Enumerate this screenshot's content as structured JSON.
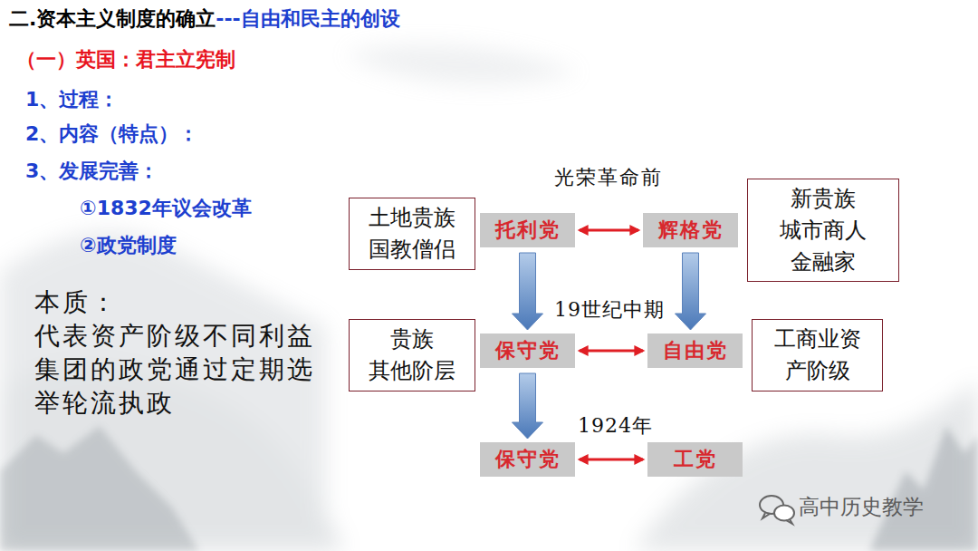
{
  "diagram": {
    "title": "二.资本主义制度的确立",
    "nodes": [
      {
        "text": [
          "土地贵族 国教僧侣"
        ]
      },
      {
        "text": [
          "托利党"
        ]
      },
      {
        "text": [
          "辉格党"
        ]
      },
      {
        "text": [
          "新贵族 城市商人 金融家"
        ]
      },
      {
        "text": [
          "贵族 其他阶层"
        ]
      },
      {
        "text": [
          "保守党"
        ]
      },
      {
        "text": [
          "自由党"
        ]
      },
      {
        "text": [
          "工商业资产阶级"
        ]
      },
      {
        "text": [
          "保守党"
        ]
      },
      {
        "text": [
          "工党"
        ]
      }
    ],
    "edges": [
      {
        "from": 1,
        "to": 2,
        "arrow": "both"
      },
      {
        "from": 1,
        "to": 5,
        "arrow": "to"
      },
      {
        "from": 2,
        "to": 6,
        "arrow": "to"
      },
      {
        "from": 5,
        "to": 6,
        "arrow": "both"
      },
      {
        "from": 5,
        "to": 8,
        "arrow": "to"
      },
      {
        "from": 8,
        "to": 9,
        "arrow": "both"
      }
    ],
    "labels": [
      "---自由和民主的创设",
      "（一）英国：君主立宪制",
      "1、过程：",
      "2、内容（特点）：",
      "3、发展完善：",
      "①1832年议会改革",
      "②政党制度",
      "本质：",
      "代表资产阶级不同利益集团的政党通过定期选举轮流执政",
      "光荣革命前",
      "19世纪中期",
      "1924年",
      "高中历史教学"
    ]
  }
}
